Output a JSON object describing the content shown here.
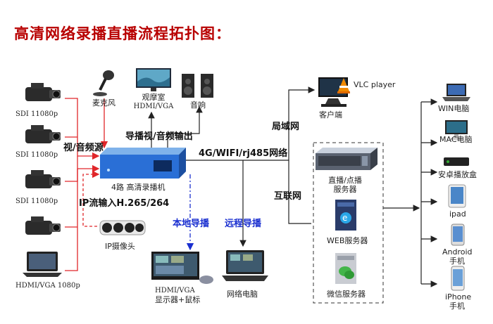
{
  "title": "高清网络录播直播流程拓扑图：",
  "sources": {
    "cam1": "SDI 11080p",
    "cam2": "SDI 11080p",
    "cam3": "SDI 11080p",
    "laptop": "HDMI/VGA 1080p",
    "group_label": "视/音频源"
  },
  "top_devices": {
    "mic": "麦克风",
    "monitor_line1": "观摩室",
    "monitor_line2": "HDMI/VGA",
    "speaker": "音响",
    "output_label": "导播视/音频输出"
  },
  "recorder": {
    "label": "4路 高清录播机",
    "network_label": "4G/WIFI/rj485网络"
  },
  "ip_camera": {
    "input_label": "IP流输入H.265/264",
    "label": "IP摄像头"
  },
  "local": {
    "label": "本地导播",
    "display_line1": "HDMI/VGA",
    "display_line2": "显示器+鼠标"
  },
  "remote": {
    "label": "远程导播",
    "pc": "网络电脑"
  },
  "lan": {
    "label": "局域网",
    "vlc": "VLC player",
    "client": "客户端"
  },
  "internet": {
    "label": "互联网",
    "server1_line1": "直播/点播",
    "server1_line2": "服务器",
    "server2": "WEB服务器",
    "server3": "微信服务器"
  },
  "endpoints": {
    "win": "WIN电脑",
    "mac": "MAC电脑",
    "android_box": "安卓播放盒",
    "ipad": "ipad",
    "android_line1": "Android",
    "android_line2": "手机",
    "iphone_line1": "iPhone",
    "iphone_line2": "手机"
  },
  "colors": {
    "title": "#b80000",
    "arrow_red": "#e0262a",
    "remote_blue": "#1a2fd0",
    "recorder_blue": "#2a6fd6"
  }
}
